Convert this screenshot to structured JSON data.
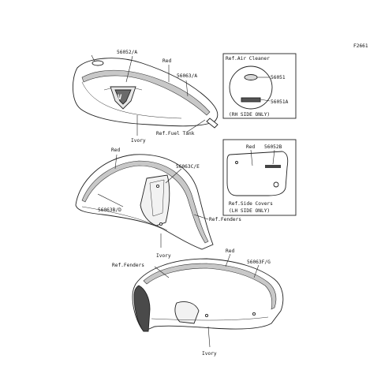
{
  "figure_code": "F2661",
  "fuel_tank": {
    "part_56052_a": "56052/A",
    "red": "Red",
    "part_56063_a": "56063/A",
    "ivory": "Ivory",
    "ref": "Ref.Fuel Tank"
  },
  "air_cleaner": {
    "ref": "Ref.Air Cleaner",
    "part_56051": "56051",
    "part_56051a": "56051A",
    "side_note": "(RH SIDE ONLY)"
  },
  "side_cover": {
    "red": "Red",
    "part_56052b": "56052B",
    "ref": "Ref.Side Covers",
    "side_note": "(LH SIDE ONLY)"
  },
  "front_fender": {
    "red": "Red",
    "part_56063c_e": "56063C/E",
    "part_56063b_d": "56063B/D",
    "ref": "Ref.Fenders",
    "ivory": "Ivory"
  },
  "rear_fender": {
    "red": "Red",
    "ref": "Ref.Fenders",
    "part_56063f_g": "56063F/G",
    "ivory": "Ivory"
  }
}
